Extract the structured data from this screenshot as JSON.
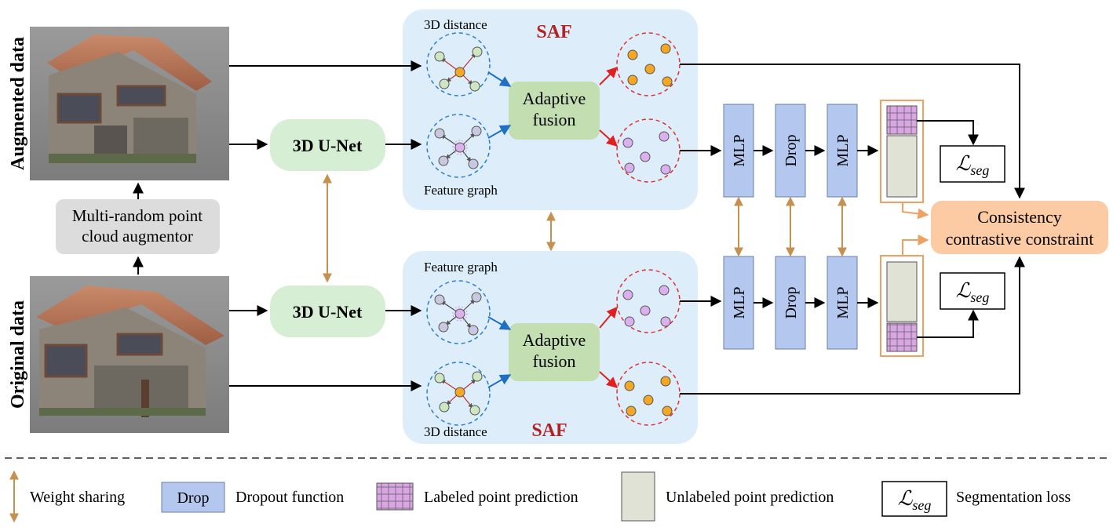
{
  "side_labels": {
    "augmented": "Augmented data",
    "original": "Original data"
  },
  "augmentor": {
    "line1": "Multi-random point",
    "line2": "cloud augmentor"
  },
  "unet": {
    "top": "3D U-Net",
    "bottom": "3D U-Net"
  },
  "saf": {
    "top_title": "SAF",
    "bottom_title": "SAF",
    "top_distance": "3D distance",
    "top_graph": "Feature graph",
    "bottom_graph": "Feature graph",
    "bottom_distance": "3D distance"
  },
  "fusion": {
    "line1": "Adaptive",
    "line2": "fusion"
  },
  "blocks": {
    "mlp": "MLP",
    "drop": "Drop"
  },
  "loss": {
    "symbol": "ℒ",
    "subscript": "seg"
  },
  "consistency": {
    "line1": "Consistency",
    "line2": "contrastive constraint"
  },
  "legend": {
    "weight_sharing": "Weight sharing",
    "drop_box": "Drop",
    "dropout": "Dropout function",
    "labeled": "Labeled point prediction",
    "unlabeled": "Unlabeled point prediction",
    "seg_loss": "Segmentation loss"
  },
  "colors": {
    "saf_bg": "#ddeefa",
    "unet_bg": "#d6eed3",
    "fusion_bg": "#c3dfb2",
    "block_bg": "#b4c7ef",
    "consistency_bg": "#fccba4",
    "augmentor_bg": "#dcdcdc",
    "pred_bg": "#dfe2d5",
    "grid_cell": "#d9a6e2",
    "share_arrow": "#c6904f",
    "saf_text": "#b22222",
    "orange_node": "#f5a623",
    "violet_node": "#dcb0ee",
    "green_node": "#cfe6c2"
  }
}
